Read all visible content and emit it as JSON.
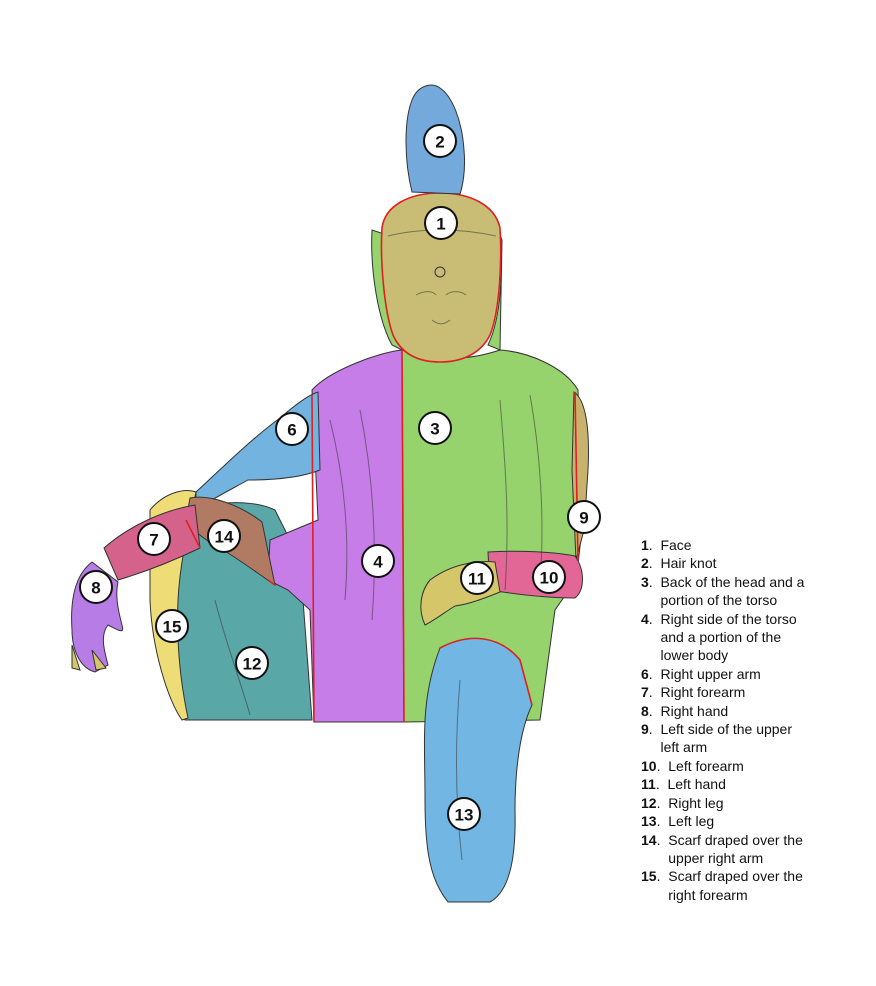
{
  "colors": {
    "face": "#c9bd75",
    "hair_knot": "#74a9dc",
    "torso_back": "#96d36c",
    "torso_right": "#c67de8",
    "right_upper_arm": "#72b3e0",
    "right_forearm": "#d4628a",
    "right_hand": "#b77ce6",
    "left_upper_arm": "#c7b36e",
    "left_forearm": "#e36796",
    "left_hand": "#d6c66a",
    "right_leg": "#5aa7a8",
    "left_leg": "#72b6e4",
    "scarf_upper": "#b07a63",
    "scarf_forearm": "#eedd77",
    "boundary": "#e02020"
  },
  "markers": [
    {
      "num": "1"
    },
    {
      "num": "2"
    },
    {
      "num": "3"
    },
    {
      "num": "4"
    },
    {
      "num": "6"
    },
    {
      "num": "7"
    },
    {
      "num": "8"
    },
    {
      "num": "9"
    },
    {
      "num": "10"
    },
    {
      "num": "11"
    },
    {
      "num": "12"
    },
    {
      "num": "13"
    },
    {
      "num": "14"
    },
    {
      "num": "15"
    }
  ],
  "legend": [
    {
      "num": "1",
      "text": "Face"
    },
    {
      "num": "2",
      "text": "Hair knot"
    },
    {
      "num": "3",
      "text": "Back of the head and a\n  portion of the torso"
    },
    {
      "num": "4",
      "text": "Right side of the torso\n  and a portion of the\n  lower body"
    },
    {
      "num": "6",
      "text": "Right upper arm"
    },
    {
      "num": "7",
      "text": "Right forearm"
    },
    {
      "num": "8",
      "text": "Right hand"
    },
    {
      "num": "9",
      "text": "Left side of the upper\n  left arm"
    },
    {
      "num": "10",
      "text": "Left forearm"
    },
    {
      "num": "11",
      "text": "Left hand"
    },
    {
      "num": "12",
      "text": "Right leg"
    },
    {
      "num": "13",
      "text": "Left leg"
    },
    {
      "num": "14",
      "text": "Scarf draped over the\n  upper right arm"
    },
    {
      "num": "15",
      "text": "Scarf draped over the\n  right forearm"
    }
  ]
}
